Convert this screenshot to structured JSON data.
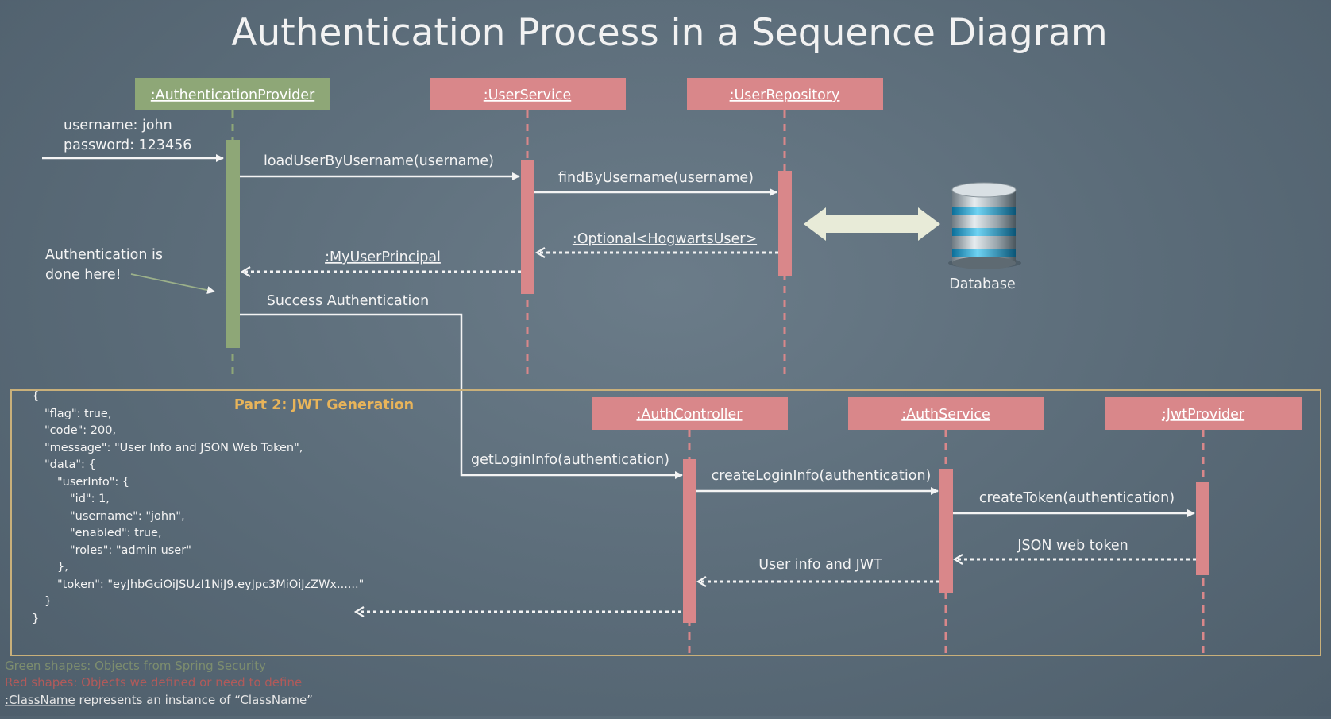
{
  "title": "Authentication Process in a Sequence Diagram",
  "colors": {
    "spring_object": "#8ea777",
    "custom_object": "#d9878a",
    "activation_green": "#8ea777",
    "activation_red": "#d9878a",
    "frame_border": "#c9b07a",
    "part2_title": "#e8b45a",
    "legend_green": "#7d8d6e",
    "legend_red": "#b05a5a",
    "database_accent": "#2aa6d6",
    "double_arrow": "#e8ebd8"
  },
  "objects": {
    "auth_provider": ":AuthenticationProvider",
    "user_service": ":UserService",
    "user_repository": ":UserRepository",
    "auth_controller": ":AuthController",
    "auth_service": ":AuthService",
    "jwt_provider": ":JwtProvider"
  },
  "input": {
    "line1": "username: john",
    "line2": "password: 123456"
  },
  "messages": {
    "load_user": "loadUserByUsername(username)",
    "find_by_username": "findByUsername(username)",
    "optional_user": ":Optional<HogwartsUser>",
    "my_user_principal": ":MyUserPrincipal",
    "success_auth": "Success Authentication",
    "get_login_info": "getLoginInfo(authentication)",
    "create_login_info": "createLoginInfo(authentication)",
    "create_token": "createToken(authentication)",
    "json_web_token": "JSON web token",
    "user_info_jwt": "User info and JWT"
  },
  "note": {
    "line1": "Authentication is",
    "line2": "done here!"
  },
  "database": {
    "icon": "database-icon",
    "label": "Database"
  },
  "part2": {
    "title": "Part 2: JWT Generation"
  },
  "json_response": [
    "{",
    "\"flag\": true,",
    "\"code\": 200,",
    "\"message\": \"User Info and JSON Web Token\",",
    "\"data\": {",
    "\"userInfo\": {",
    "\"id\": 1,",
    "\"username\": \"john\",",
    "\"enabled\": true,",
    "\"roles\": \"admin user\"",
    "},",
    "\"token\": \"eyJhbGciOiJSUzI1NiJ9.eyJpc3MiOiJzZWx......\"",
    "}",
    "}"
  ],
  "legend": {
    "green": "Green shapes: Objects from Spring Security",
    "red": "Red shapes: Objects we defined or need to define",
    "classname_token": ":ClassName",
    "classname_rest": " represents an instance of “ClassName”"
  }
}
